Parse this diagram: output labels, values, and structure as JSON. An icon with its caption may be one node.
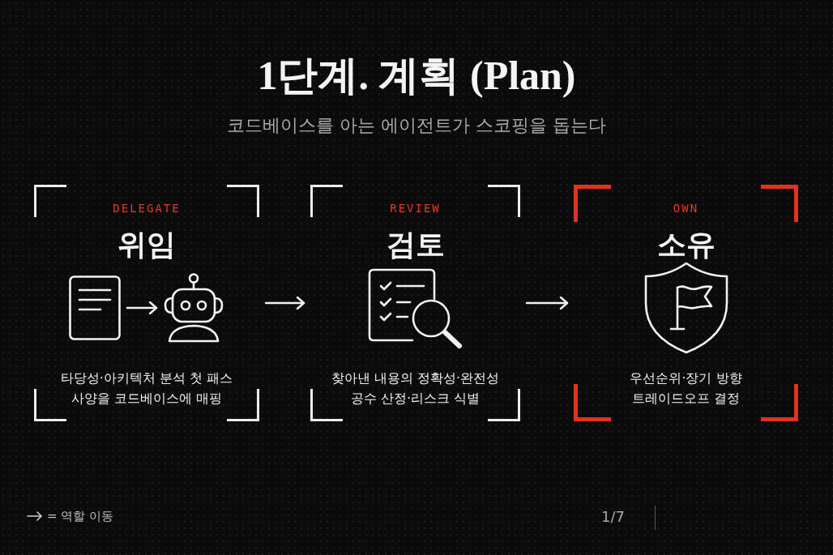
{
  "diagram": {
    "title": "1단계. 계획 (Plan)",
    "nodes": [
      {
        "text": [
          "DELEGATE",
          "위임",
          "타당성·아키텍처 분석 첫 패스",
          "사양을 코드베이스에 매핑"
        ]
      },
      {
        "text": [],
        "shape": "picture",
        "in": 0
      },
      {
        "text": [],
        "shape": "picture",
        "in": 0
      },
      {
        "text": [
          "REVIEW",
          "검토",
          "찾아낸 내용의 정확성·완전성",
          "공수 산정·리스크 식별"
        ]
      },
      {
        "text": [
          "OWN",
          "소유",
          "우선순위·장기 방향",
          "트레이드오프 결정"
        ]
      }
    ],
    "edges": [
      {
        "from": 1,
        "to": 2,
        "arrow": "to"
      },
      {
        "from": 0,
        "to": 3,
        "arrow": "to"
      },
      {
        "from": 3,
        "to": 4,
        "arrow": "to"
      }
    ],
    "labels": [
      "코드베이스를 아는 에이전트가 스코핑을 돕는다",
      "1/7"
    ],
    "legend": [
      {
        "text": "= 역할 이동"
      }
    ]
  }
}
